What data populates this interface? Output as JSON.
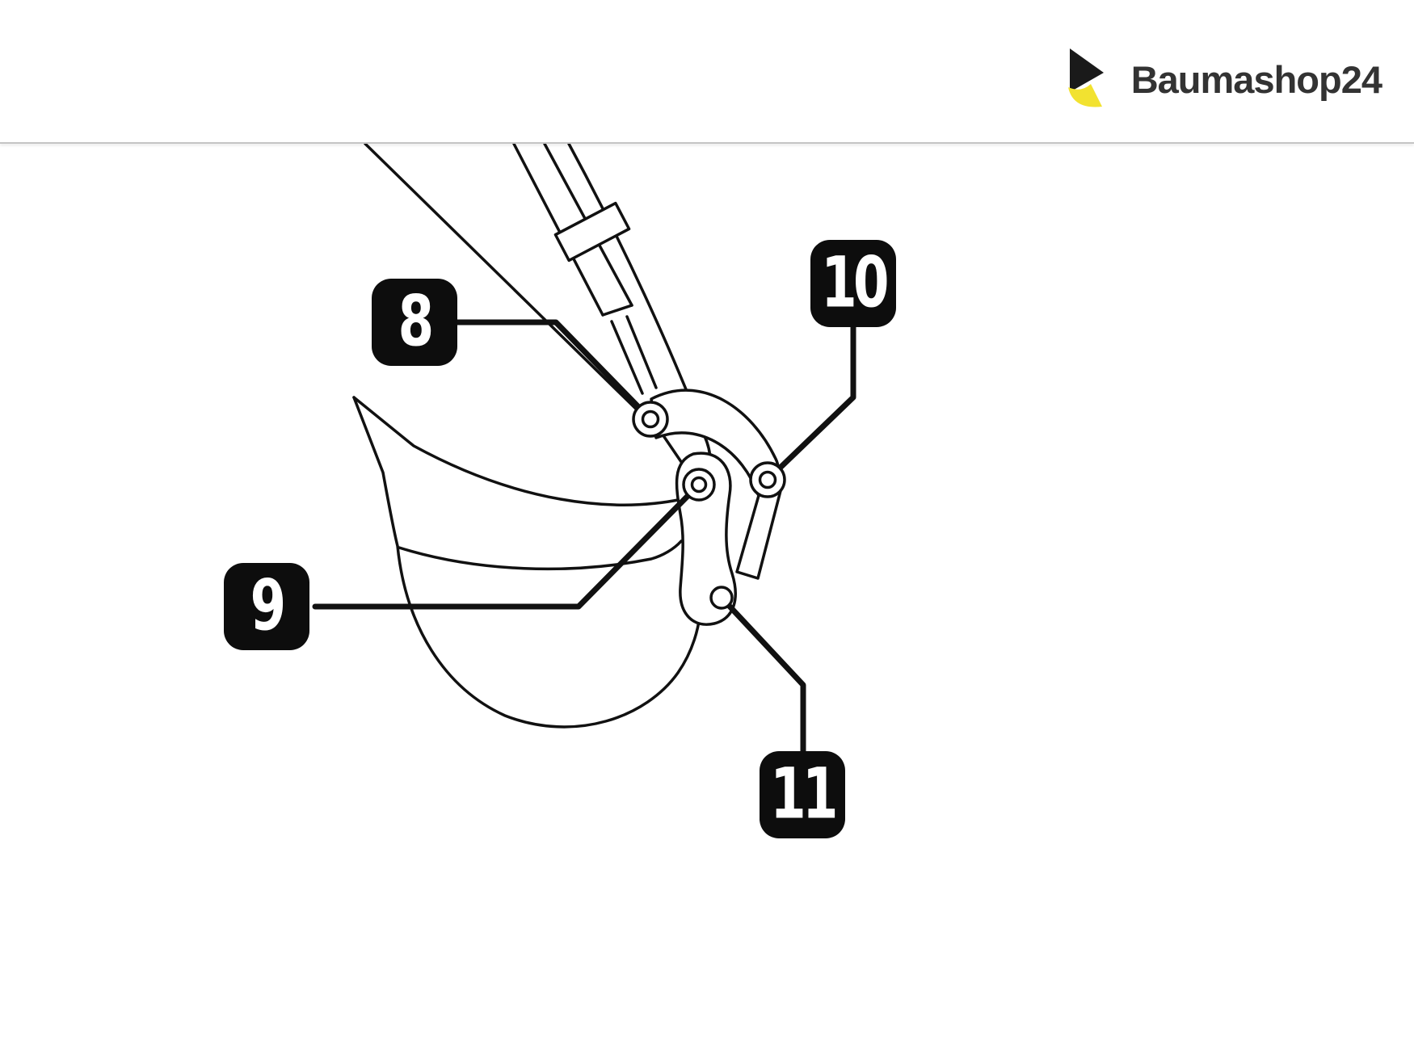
{
  "brand": {
    "name": "Baumashop24",
    "logo_icon": "baumashop-logo-icon",
    "logo_black": "#1a1a1a",
    "logo_yellow": "#f2e230"
  },
  "divider_color": "#c4c4c4",
  "diagram": {
    "line_color": "#111111",
    "callout_bg": "#0d0d0d",
    "callout_text_color": "#ffffff",
    "callouts": [
      {
        "label": "8"
      },
      {
        "label": "9"
      },
      {
        "label": "10"
      },
      {
        "label": "11"
      }
    ]
  }
}
